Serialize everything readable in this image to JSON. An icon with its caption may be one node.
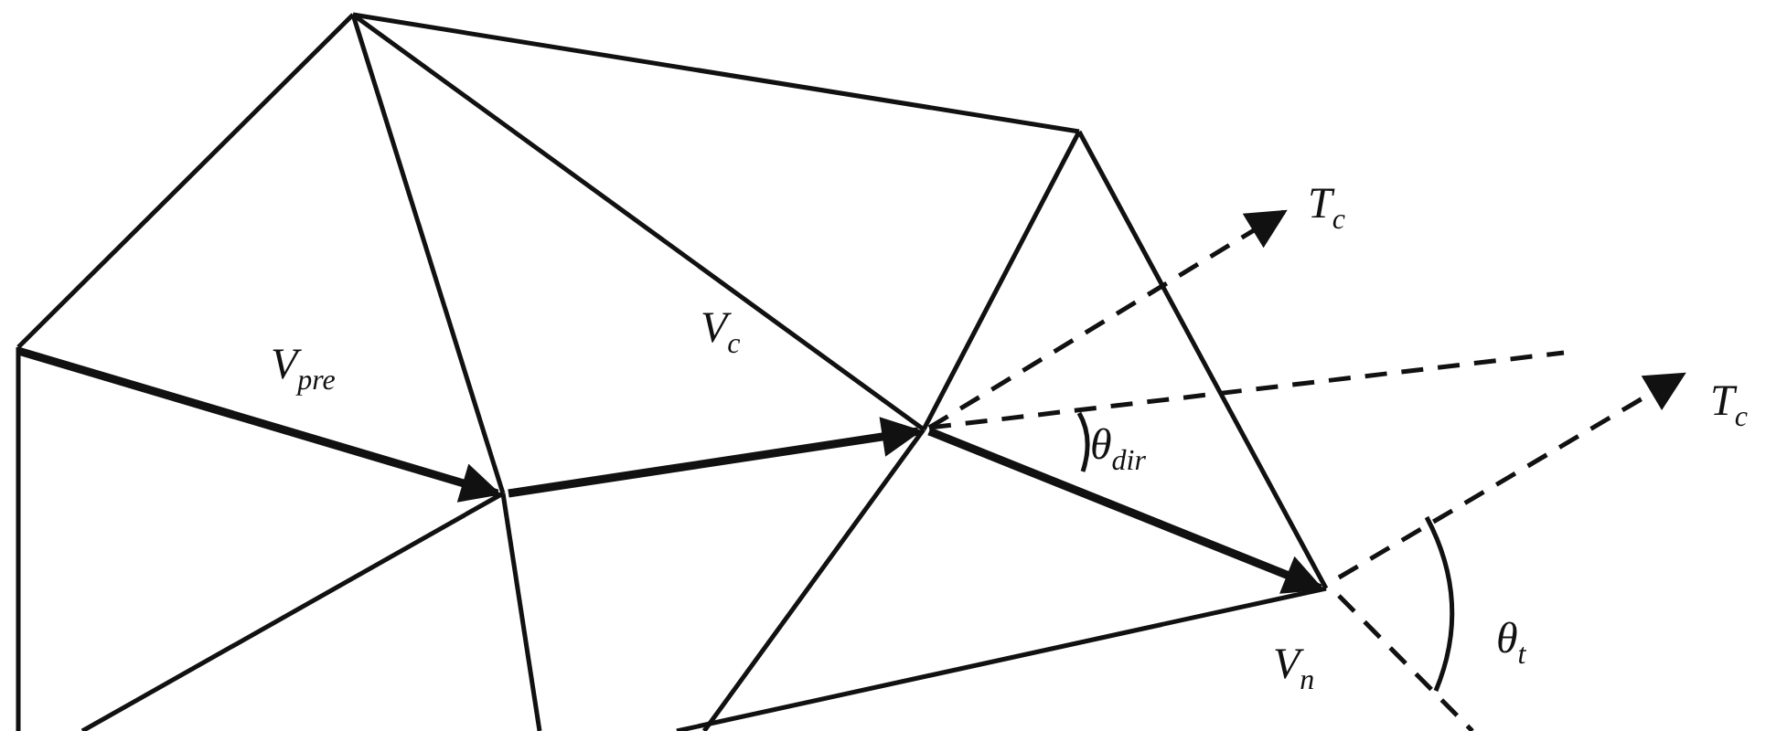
{
  "diagram": {
    "labels": [
      "T$_{c}$",
      "V$_{pre}$",
      "V$_{c}$",
      "T$_{c}$",
      "θ$_{dir}$",
      "V$_{n}$",
      "θ$_{t}$"
    ]
  }
}
